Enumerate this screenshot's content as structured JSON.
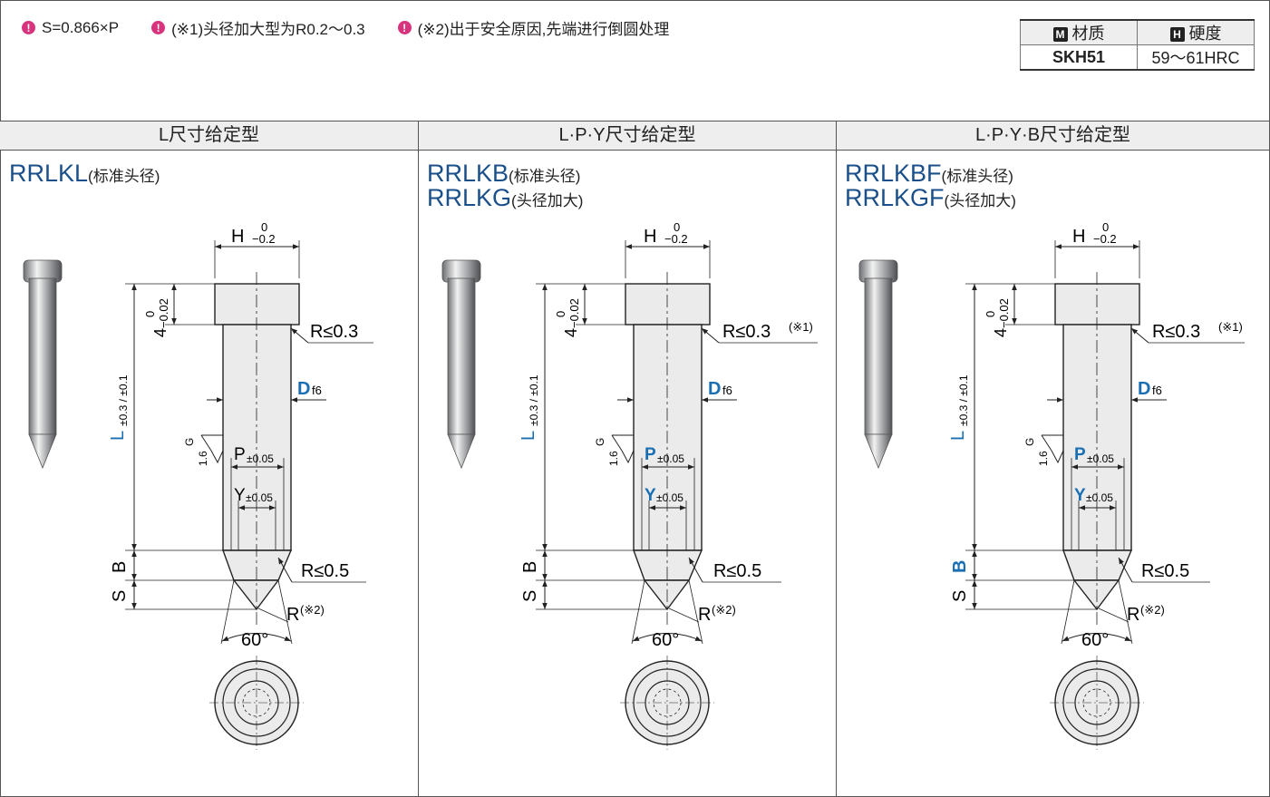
{
  "notes": [
    "S=0.866×P",
    "(※1)头径加大型为R0.2〜0.3",
    "(※2)出于安全原因,先端进行倒圆处理"
  ],
  "note_icon": "exclamation-bulb-icon",
  "spec_table": {
    "material_header": "材质",
    "hardness_header": "硬度",
    "material_badge": "M",
    "hardness_badge": "H",
    "material_value": "SKH51",
    "hardness_value": "59〜61HRC"
  },
  "colors": {
    "model": "#1a4f8a",
    "blue_dim": "#1a6fb3",
    "note_icon": "#d8337d",
    "header_bg": "#eeeeee"
  },
  "panels": [
    {
      "header": "L尺寸给定型",
      "models": [
        {
          "code": "RRLKL",
          "desc": "(标准头径)"
        }
      ],
      "dims": {
        "H": "H",
        "H_tol_up": "0",
        "H_tol_low": "−0.2",
        "head": "4",
        "head_tol_up": "0",
        "head_tol_low": "−0.02",
        "L": "L",
        "L_tol": "±0.3 / ±0.1",
        "R_head": "R≤0.3",
        "D": "D",
        "D_tol": "f6",
        "G": "G",
        "Ra": "1.6",
        "P": "P",
        "P_tol": "±0.05",
        "Y": "Y",
        "Y_tol": "±0.05",
        "B": "B",
        "S": "S",
        "R_tip": "R≤0.5",
        "R_point": "R",
        "R_point_note": "(※2)",
        "angle": "60°"
      }
    },
    {
      "header": "L·P·Y尺寸给定型",
      "models": [
        {
          "code": "RRLKB",
          "desc": "(标准头径)"
        },
        {
          "code": "RRLKG",
          "desc": "(头径加大)"
        }
      ],
      "dims": {
        "H": "H",
        "H_tol_up": "0",
        "H_tol_low": "−0.2",
        "head": "4",
        "head_tol_up": "0",
        "head_tol_low": "−0.02",
        "L": "L",
        "L_tol": "±0.3 / ±0.1",
        "R_head": "R≤0.3",
        "R_head_note": "(※1)",
        "D": "D",
        "D_tol": "f6",
        "G": "G",
        "Ra": "1.6",
        "P": "P",
        "P_tol": "±0.05",
        "Y": "Y",
        "Y_tol": "±0.05",
        "B": "B",
        "S": "S",
        "R_tip": "R≤0.5",
        "R_point": "R",
        "R_point_note": "(※2)",
        "angle": "60°"
      }
    },
    {
      "header": "L·P·Y·B尺寸给定型",
      "models": [
        {
          "code": "RRLKBF",
          "desc": "(标准头径)"
        },
        {
          "code": "RRLKGF",
          "desc": "(头径加大)"
        }
      ],
      "dims": {
        "H": "H",
        "H_tol_up": "0",
        "H_tol_low": "−0.2",
        "head": "4",
        "head_tol_up": "0",
        "head_tol_low": "−0.02",
        "L": "L",
        "L_tol": "±0.3 / ±0.1",
        "R_head": "R≤0.3",
        "R_head_note": "(※1)",
        "D": "D",
        "D_tol": "f6",
        "G": "G",
        "Ra": "1.6",
        "P": "P",
        "P_tol": "±0.05",
        "Y": "Y",
        "Y_tol": "±0.05",
        "B": "B",
        "S": "S",
        "R_tip": "R≤0.5",
        "R_point": "R",
        "R_point_note": "(※2)",
        "angle": "60°"
      }
    }
  ]
}
